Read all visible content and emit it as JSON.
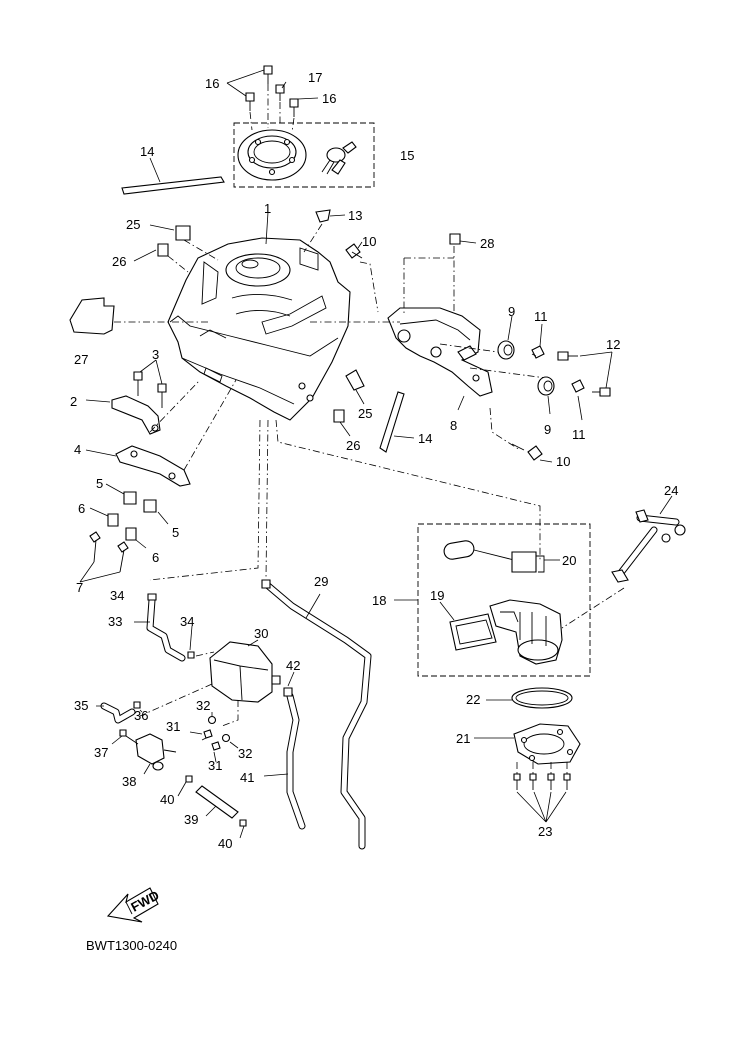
{
  "drawing_code": "BWT1300-0240",
  "fwd_label": "FWD",
  "callouts": {
    "c1": "1",
    "c2": "2",
    "c3": "3",
    "c4": "4",
    "c5a": "5",
    "c5b": "5",
    "c6a": "6",
    "c6b": "6",
    "c7": "7",
    "c8": "8",
    "c9a": "9",
    "c9b": "9",
    "c10a": "10",
    "c10b": "10",
    "c11a": "11",
    "c11b": "11",
    "c12": "12",
    "c13": "13",
    "c14a": "14",
    "c14b": "14",
    "c15": "15",
    "c16a": "16",
    "c16b": "16",
    "c17": "17",
    "c18": "18",
    "c19": "19",
    "c20": "20",
    "c21": "21",
    "c22": "22",
    "c23": "23",
    "c24": "24",
    "c25a": "25",
    "c25b": "25",
    "c26a": "26",
    "c26b": "26",
    "c27": "27",
    "c28": "28",
    "c29": "29",
    "c30": "30",
    "c31a": "31",
    "c31b": "31",
    "c32a": "32",
    "c32b": "32",
    "c33": "33",
    "c34a": "34",
    "c34b": "34",
    "c35": "35",
    "c36": "36",
    "c37": "37",
    "c38": "38",
    "c39": "39",
    "c40a": "40",
    "c40b": "40",
    "c41": "41",
    "c42": "42"
  }
}
